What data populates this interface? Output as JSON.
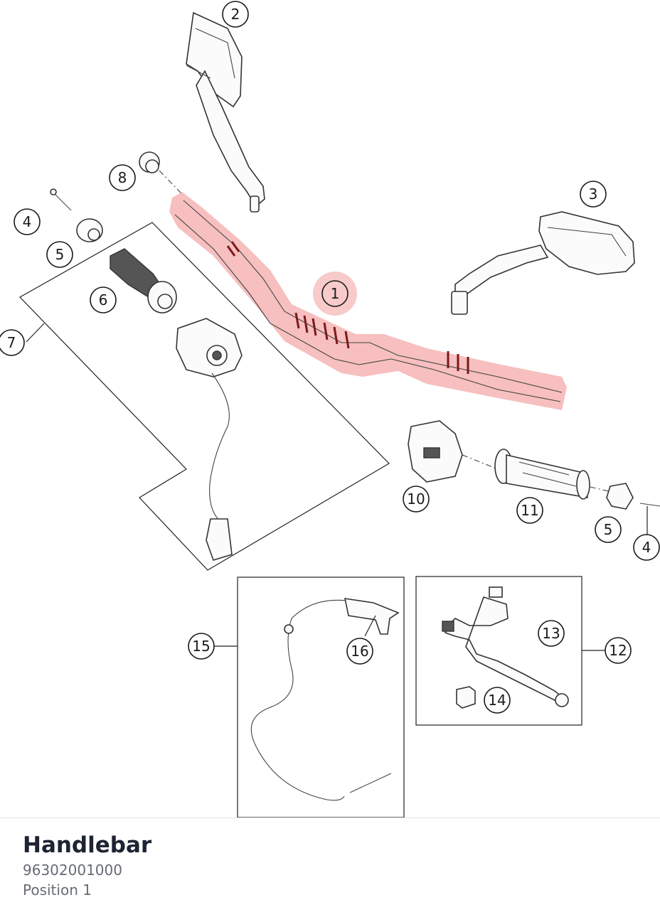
{
  "diagram": {
    "callouts": {
      "c1": "1",
      "c2": "2",
      "c3": "3",
      "c4a": "4",
      "c4b": "4",
      "c5a": "5",
      "c5b": "5",
      "c6": "6",
      "c7": "7",
      "c8": "8",
      "c10": "10",
      "c11": "11",
      "c12": "12",
      "c13": "13",
      "c14": "14",
      "c15": "15",
      "c16": "16"
    },
    "highlight_color": "#f08a8a"
  },
  "footer": {
    "title": "Handlebar",
    "part_number": "96302001000",
    "position": "Position 1"
  }
}
